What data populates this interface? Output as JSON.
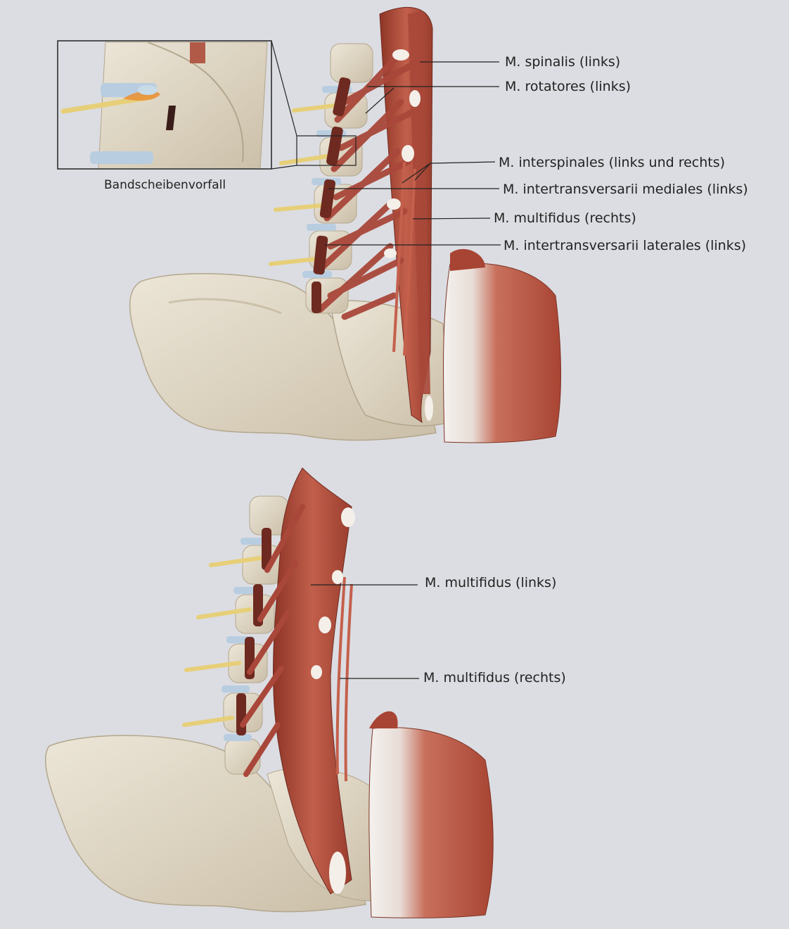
{
  "top_figure": {
    "inset_caption": "Bandscheibenvorfall",
    "labels": [
      "M. spinalis (links)",
      "M. rotatores (links)",
      "M. interspinales (links und rechts)",
      "M. intertransversarii mediales (links)",
      "M. multifidus (rechts)",
      "M. intertransversarii laterales (links)"
    ]
  },
  "bottom_figure": {
    "labels": [
      "M. multifidus (links)",
      "M. multifidus (rechts)"
    ]
  },
  "colors": {
    "background": "#dcdde2",
    "bone": "#ddd5c4",
    "bone_shadow": "#b9ad96",
    "muscle": "#b0503f",
    "muscle_dark": "#6e2a20",
    "nerve": "#e6cf78",
    "disc": "#b8cde0",
    "herniation": "#e9923a"
  }
}
